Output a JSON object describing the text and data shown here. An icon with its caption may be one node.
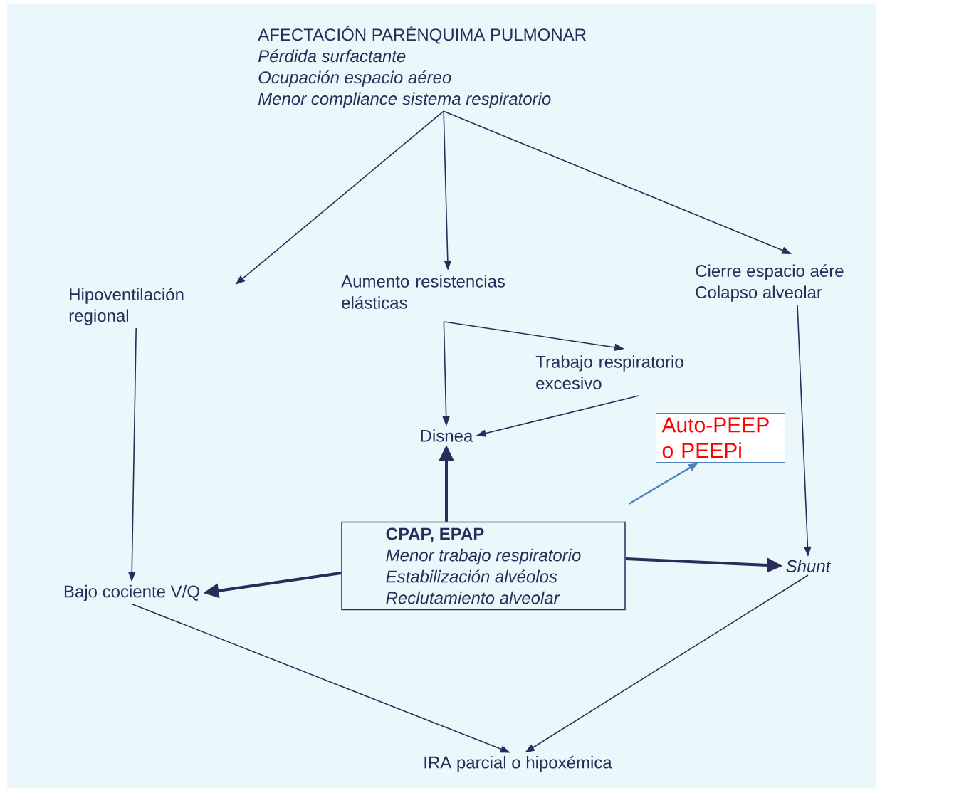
{
  "diagram": {
    "nodes": [
      {
        "text": [
          "AFECTACIÓN PARÉNQUIMA PULMONAR",
          "Pérdida surfactante",
          "Ocupación espacio aéreo",
          "Menor compliance sistema respiratorio"
        ]
      },
      {
        "text": [
          "Hipoventilación regional"
        ]
      },
      {
        "text": [
          "Aumento resistencias elásticas"
        ]
      },
      {
        "text": [
          "Cierre espacio aére",
          "Colapso alveolar"
        ]
      },
      {
        "text": [
          "Trabajo respiratorio excesivo"
        ]
      },
      {
        "text": [
          "Disnea"
        ]
      },
      {
        "text": [
          "Auto-PEEP o PEEPi"
        ]
      },
      {
        "text": [
          "CPAP, EPAP",
          "Menor trabajo respiratorio",
          "Estabilización alvéolos",
          "Reclutamiento alveolar"
        ]
      },
      {
        "text": [
          "Bajo cociente V/Q"
        ]
      },
      {
        "text": [
          "Shunt"
        ]
      },
      {
        "text": [
          "IRA parcial o hipoxémica"
        ]
      }
    ],
    "edges": [
      {
        "from": 0,
        "to": 1,
        "arrow": "to"
      },
      {
        "from": 0,
        "to": 2,
        "arrow": "to"
      },
      {
        "from": 0,
        "to": 3,
        "arrow": "to"
      },
      {
        "from": 1,
        "to": 8,
        "arrow": "to"
      },
      {
        "from": 2,
        "to": 4,
        "arrow": "to"
      },
      {
        "from": 2,
        "to": 5,
        "arrow": "to"
      },
      {
        "from": 4,
        "to": 5,
        "arrow": "to"
      },
      {
        "from": 3,
        "to": 9,
        "arrow": "to"
      },
      {
        "from": 7,
        "to": 5,
        "arrow": "to",
        "style": "thick"
      },
      {
        "from": 7,
        "to": 8,
        "arrow": "to",
        "style": "thick"
      },
      {
        "from": 7,
        "to": 9,
        "arrow": "to",
        "style": "thick"
      },
      {
        "from": 7,
        "to": 6,
        "arrow": "to",
        "color": "#4f81bd"
      },
      {
        "from": 8,
        "to": 10,
        "arrow": "to"
      },
      {
        "from": 9,
        "to": 10,
        "arrow": "to"
      }
    ]
  }
}
